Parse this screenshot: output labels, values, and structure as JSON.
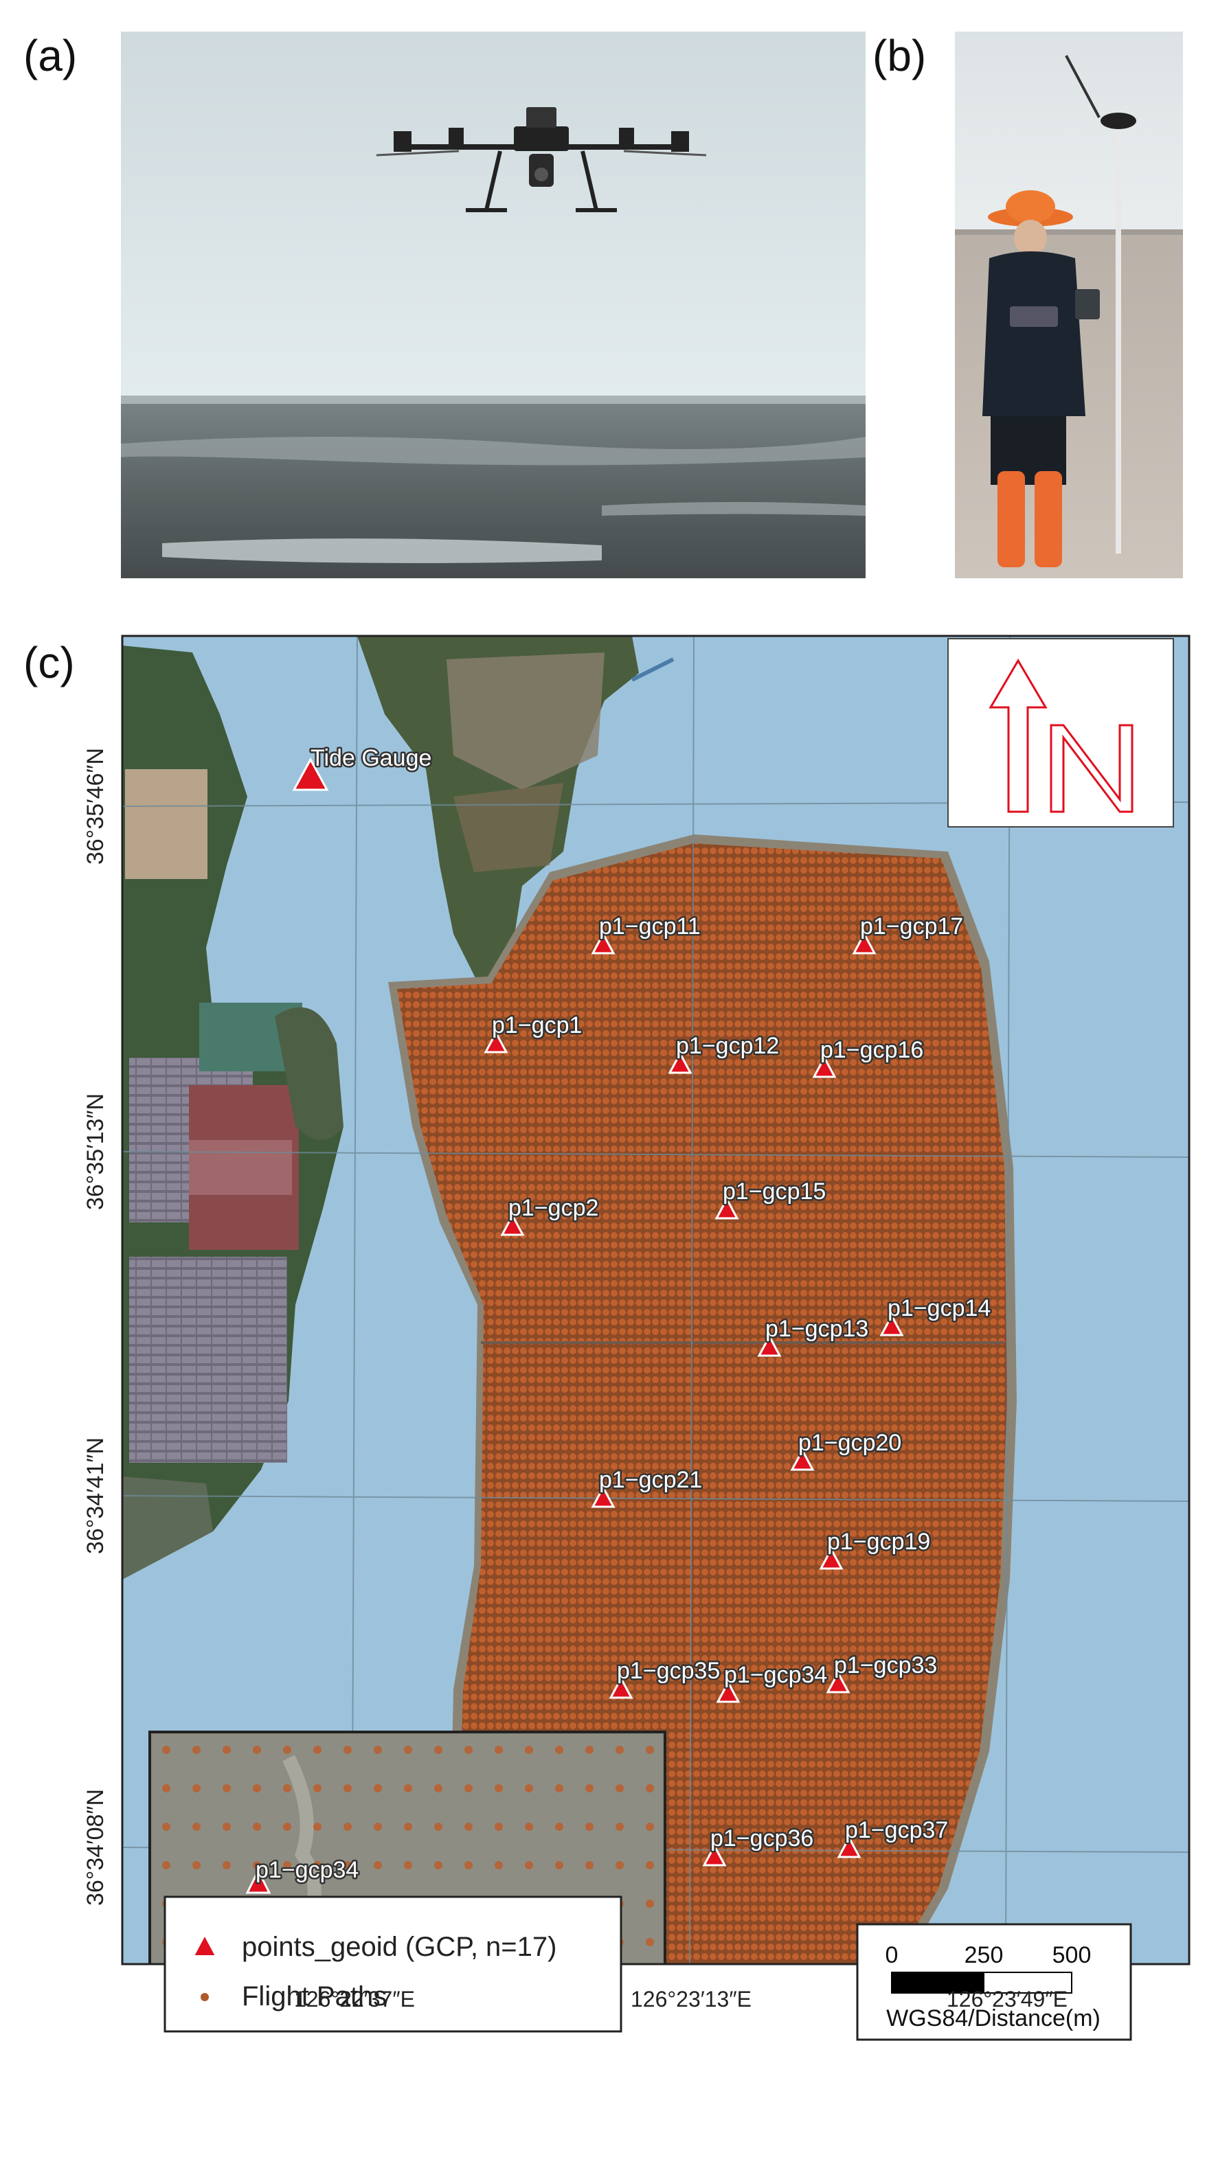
{
  "panels": {
    "a": {
      "label": "(a)"
    },
    "b": {
      "label": "(b)"
    },
    "c": {
      "label": "(c)"
    }
  },
  "map": {
    "lat_labels": [
      "36°35′46″N",
      "36°35′13″N",
      "36°34′41″N",
      "36°34′08″N"
    ],
    "lon_labels": [
      "126°22′37″E",
      "126°23′13″E",
      "126°23′49″E"
    ],
    "tide_gauge": "Tide Gauge",
    "gcps": [
      {
        "name": "p1−gcp11"
      },
      {
        "name": "p1−gcp17"
      },
      {
        "name": "p1−gcp1"
      },
      {
        "name": "p1−gcp12"
      },
      {
        "name": "p1−gcp16"
      },
      {
        "name": "p1−gcp2"
      },
      {
        "name": "p1−gcp15"
      },
      {
        "name": "p1−gcp13"
      },
      {
        "name": "p1−gcp14"
      },
      {
        "name": "p1−gcp20"
      },
      {
        "name": "p1−gcp21"
      },
      {
        "name": "p1−gcp19"
      },
      {
        "name": "p1−gcp35"
      },
      {
        "name": "p1−gcp34"
      },
      {
        "name": "p1−gcp33"
      },
      {
        "name": "p1−gcp36"
      },
      {
        "name": "p1−gcp37"
      }
    ],
    "inset_gcp": "p1−gcp34",
    "north_arrow": "N",
    "legend": {
      "gcp": "points_geoid (GCP, n=17)",
      "flight": "Flight Paths"
    },
    "scale": {
      "ticks": [
        "0",
        "250",
        "500"
      ],
      "caption": "WGS84/Distance(m)"
    },
    "colors": {
      "water": "#9dc3dc",
      "flight_path": "#b05a2c",
      "gcp_marker": "#e0101e",
      "north_arrow": "#e0101e"
    }
  }
}
